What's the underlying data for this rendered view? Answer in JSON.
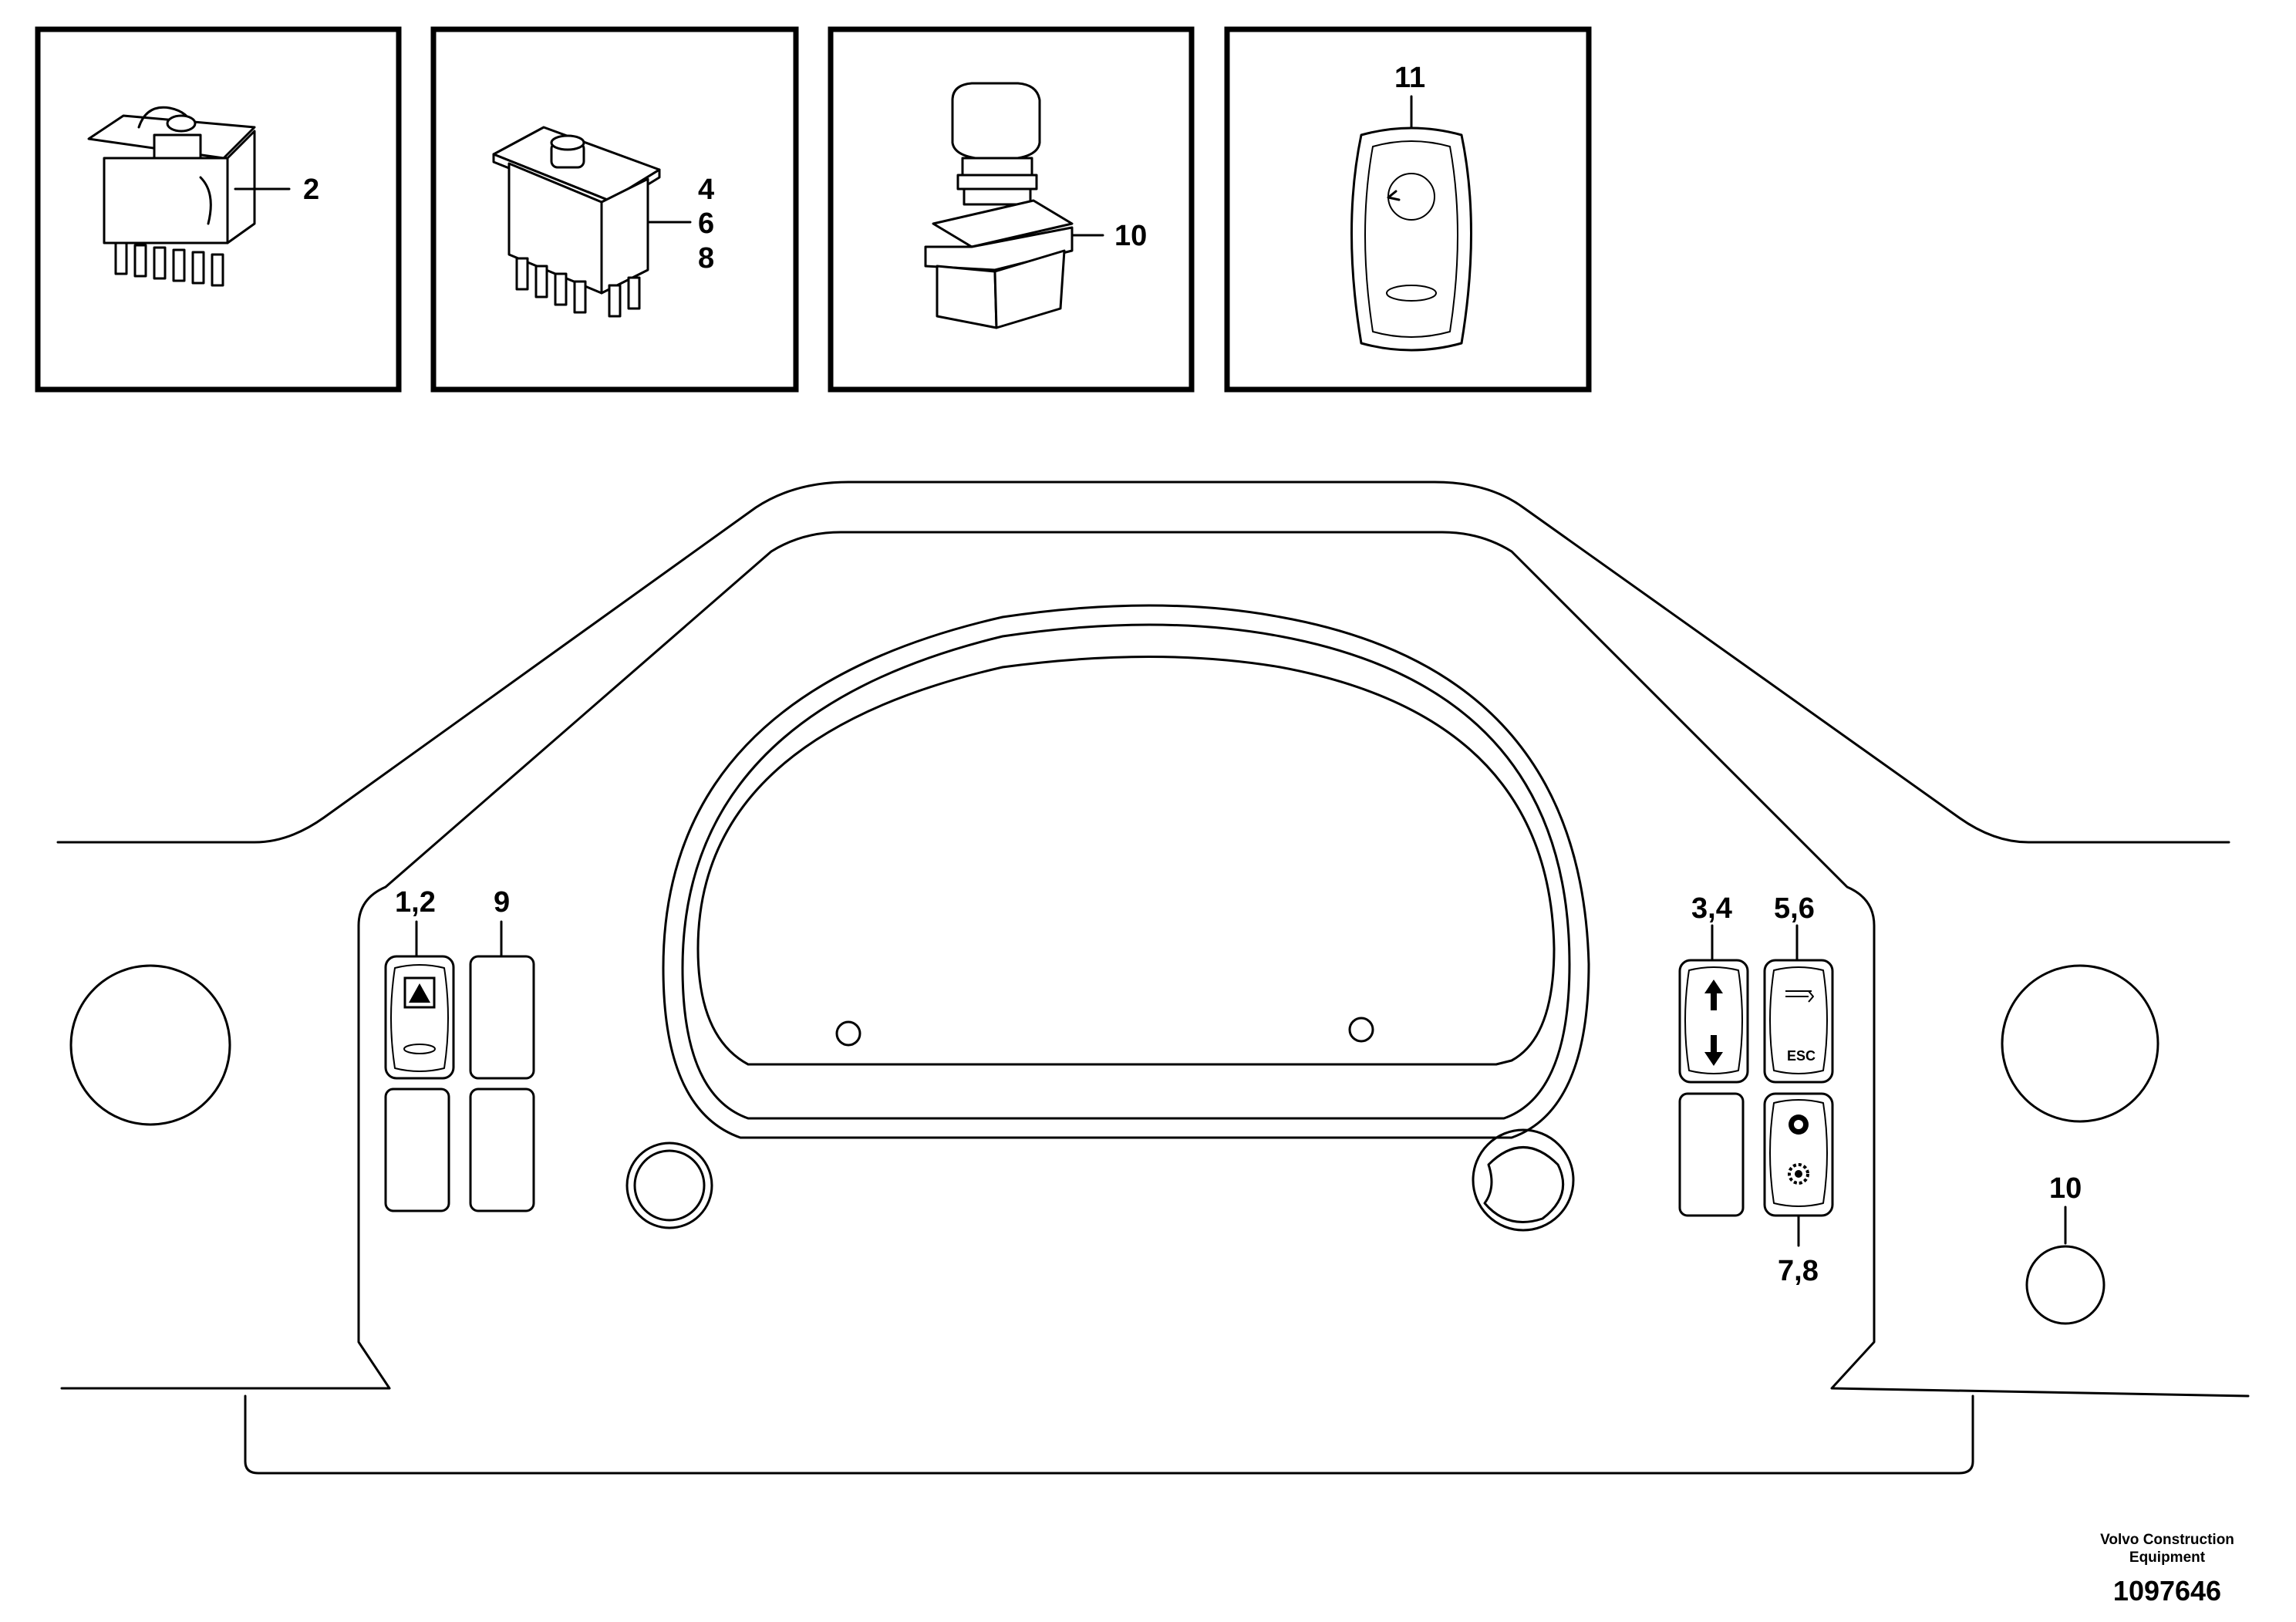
{
  "inset_labels": {
    "part_2": "2",
    "part_4": "4",
    "part_6": "6",
    "part_8": "8",
    "part_10": "10",
    "part_11": "11"
  },
  "panel_labels": {
    "switch_1_2": "1,2",
    "switch_9": "9",
    "switch_3_4": "3,4",
    "switch_5_6": "5,6",
    "switch_7_8": "7,8",
    "button_10": "10"
  },
  "switch_texts": {
    "esc": "ESC"
  },
  "footer": {
    "company_line1": "Volvo Construction",
    "company_line2": "Equipment",
    "drawing_number": "1097646"
  }
}
